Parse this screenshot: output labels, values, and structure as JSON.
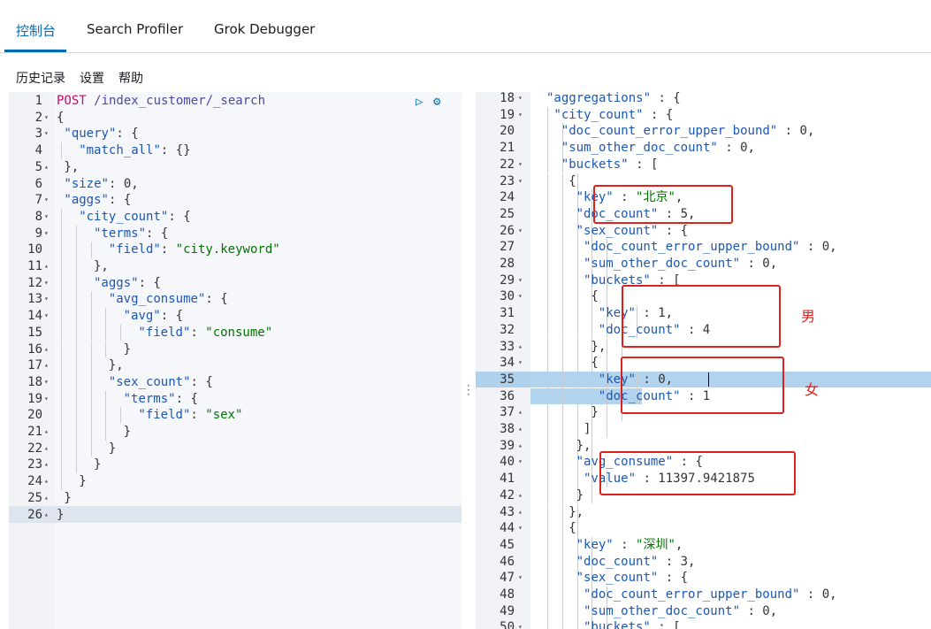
{
  "tabs": [
    {
      "label": "控制台"
    },
    {
      "label": "Search Profiler"
    },
    {
      "label": "Grok Debugger"
    }
  ],
  "menu": [
    "历史记录",
    "设置",
    "帮助"
  ],
  "left_editor": {
    "lines": [
      [
        [
          "g-verb",
          "POST"
        ],
        [
          "g-url",
          " /index_customer/_search"
        ]
      ],
      [
        [
          "g-p",
          "{"
        ]
      ],
      [
        [
          "g-key",
          "\"query\""
        ],
        [
          "g-p",
          ": {"
        ]
      ],
      [
        [
          "g-key",
          "\"match_all\""
        ],
        [
          "g-p",
          ": {}"
        ]
      ],
      [
        [
          "g-p",
          "},"
        ]
      ],
      [
        [
          "g-key",
          "\"size\""
        ],
        [
          "g-p",
          ": 0,"
        ]
      ],
      [
        [
          "g-key",
          "\"aggs\""
        ],
        [
          "g-p",
          ": {"
        ]
      ],
      [
        [
          "g-key",
          "\"city_count\""
        ],
        [
          "g-p",
          ": {"
        ]
      ],
      [
        [
          "g-key",
          "\"terms\""
        ],
        [
          "g-p",
          ": {"
        ]
      ],
      [
        [
          "g-key",
          "\"field\""
        ],
        [
          "g-p",
          ": "
        ],
        [
          "g-str",
          "\"city.keyword\""
        ]
      ],
      [
        [
          "g-p",
          "},"
        ]
      ],
      [
        [
          "g-key",
          "\"aggs\""
        ],
        [
          "g-p",
          ": {"
        ]
      ],
      [
        [
          "g-key",
          "\"avg_consume\""
        ],
        [
          "g-p",
          ": {"
        ]
      ],
      [
        [
          "g-key",
          "\"avg\""
        ],
        [
          "g-p",
          ": {"
        ]
      ],
      [
        [
          "g-key",
          "\"field\""
        ],
        [
          "g-p",
          ": "
        ],
        [
          "g-str",
          "\"consume\""
        ]
      ],
      [
        [
          "g-p",
          "}"
        ]
      ],
      [
        [
          "g-p",
          "},"
        ]
      ],
      [
        [
          "g-key",
          "\"sex_count\""
        ],
        [
          "g-p",
          ": {"
        ]
      ],
      [
        [
          "g-key",
          "\"terms\""
        ],
        [
          "g-p",
          ": {"
        ]
      ],
      [
        [
          "g-key",
          "\"field\""
        ],
        [
          "g-p",
          ": "
        ],
        [
          "g-str",
          "\"sex\""
        ]
      ],
      [
        [
          "g-p",
          "}"
        ]
      ],
      [
        [
          "g-p",
          "}"
        ]
      ],
      [
        [
          "g-p",
          "}"
        ]
      ],
      [
        [
          "g-p",
          "}"
        ]
      ],
      [
        [
          "g-p",
          "}"
        ]
      ],
      [
        [
          "g-p",
          "}"
        ]
      ]
    ],
    "indents": [
      0,
      0,
      1,
      3,
      1,
      1,
      1,
      3,
      5,
      7,
      5,
      5,
      7,
      9,
      11,
      9,
      7,
      7,
      9,
      11,
      9,
      7,
      5,
      3,
      1,
      0
    ],
    "folds": [
      "",
      "▾",
      "▾",
      "",
      "▴",
      "",
      "▾",
      "▾",
      "▾",
      "",
      "▴",
      "▾",
      "▾",
      "▾",
      "",
      "▴",
      "▴",
      "▾",
      "▾",
      "",
      "▴",
      "▴",
      "▴",
      "▴",
      "▴",
      "▴"
    ]
  },
  "right_editor": {
    "first_line": 18,
    "lines": [
      [
        [
          "g-key",
          "\"aggregations\""
        ],
        [
          "g-p",
          " : {"
        ]
      ],
      [
        [
          "g-key",
          "\"city_count\""
        ],
        [
          "g-p",
          " : {"
        ]
      ],
      [
        [
          "g-key",
          "\"doc_count_error_upper_bound\""
        ],
        [
          "g-p",
          " : 0,"
        ]
      ],
      [
        [
          "g-key",
          "\"sum_other_doc_count\""
        ],
        [
          "g-p",
          " : 0,"
        ]
      ],
      [
        [
          "g-key",
          "\"buckets\""
        ],
        [
          "g-p",
          " : ["
        ]
      ],
      [
        [
          "g-p",
          "{"
        ]
      ],
      [
        [
          "g-key",
          "\"key\""
        ],
        [
          "g-p",
          " : "
        ],
        [
          "g-str",
          "\"北京\""
        ],
        [
          "g-p",
          ","
        ]
      ],
      [
        [
          "g-key",
          "\"doc_count\""
        ],
        [
          "g-p",
          " : 5,"
        ]
      ],
      [
        [
          "g-key",
          "\"sex_count\""
        ],
        [
          "g-p",
          " : {"
        ]
      ],
      [
        [
          "g-key",
          "\"doc_count_error_upper_bound\""
        ],
        [
          "g-p",
          " : 0,"
        ]
      ],
      [
        [
          "g-key",
          "\"sum_other_doc_count\""
        ],
        [
          "g-p",
          " : 0,"
        ]
      ],
      [
        [
          "g-key",
          "\"buckets\""
        ],
        [
          "g-p",
          " : ["
        ]
      ],
      [
        [
          "g-p",
          "{"
        ]
      ],
      [
        [
          "g-key",
          "\"key\""
        ],
        [
          "g-p",
          " : 1,"
        ]
      ],
      [
        [
          "g-key",
          "\"doc_count\""
        ],
        [
          "g-p",
          " : 4"
        ]
      ],
      [
        [
          "g-p",
          "},"
        ]
      ],
      [
        [
          "g-p",
          "{"
        ]
      ],
      [
        [
          "g-key",
          "\"key\""
        ],
        [
          "g-p",
          " : 0,"
        ]
      ],
      [
        [
          "g-key",
          "\"doc_count\""
        ],
        [
          "g-p",
          " : 1"
        ]
      ],
      [
        [
          "g-p",
          "}"
        ]
      ],
      [
        [
          "g-p",
          "]"
        ]
      ],
      [
        [
          "g-p",
          "},"
        ]
      ],
      [
        [
          "g-key",
          "\"avg_consume\""
        ],
        [
          "g-p",
          " : {"
        ]
      ],
      [
        [
          "g-key",
          "\"value\""
        ],
        [
          "g-p",
          " : 11397.9421875"
        ]
      ],
      [
        [
          "g-p",
          "}"
        ]
      ],
      [
        [
          "g-p",
          "},"
        ]
      ],
      [
        [
          "g-p",
          "{"
        ]
      ],
      [
        [
          "g-key",
          "\"key\""
        ],
        [
          "g-p",
          " : "
        ],
        [
          "g-str",
          "\"深圳\""
        ],
        [
          "g-p",
          ","
        ]
      ],
      [
        [
          "g-key",
          "\"doc_count\""
        ],
        [
          "g-p",
          " : 3,"
        ]
      ],
      [
        [
          "g-key",
          "\"sex_count\""
        ],
        [
          "g-p",
          " : {"
        ]
      ],
      [
        [
          "g-key",
          "\"doc_count_error_upper_bound\""
        ],
        [
          "g-p",
          " : 0,"
        ]
      ],
      [
        [
          "g-key",
          "\"sum_other_doc_count\""
        ],
        [
          "g-p",
          " : 0,"
        ]
      ],
      [
        [
          "g-key",
          "\"buckets\""
        ],
        [
          "g-p",
          " : ["
        ]
      ]
    ],
    "indents": [
      0,
      1,
      2,
      2,
      2,
      3,
      4,
      4,
      4,
      5,
      5,
      5,
      6,
      7,
      7,
      6,
      6,
      7,
      7,
      6,
      5,
      4,
      4,
      5,
      4,
      3,
      3,
      4,
      4,
      4,
      5,
      5,
      5
    ],
    "folds": [
      "▾",
      "▾",
      "",
      "",
      "▾",
      "▾",
      "",
      "",
      "▾",
      "",
      "",
      "▾",
      "▾",
      "",
      "",
      "▴",
      "▾",
      "",
      "",
      "▴",
      "▴",
      "▴",
      "▾",
      "",
      "▴",
      "▴",
      "▾",
      "",
      "",
      "▾",
      "",
      "",
      "▾"
    ]
  },
  "annotations": {
    "male": "男",
    "female": "女"
  },
  "colors": {
    "accent": "#006bb4",
    "annotation_red": "#e0201b"
  }
}
